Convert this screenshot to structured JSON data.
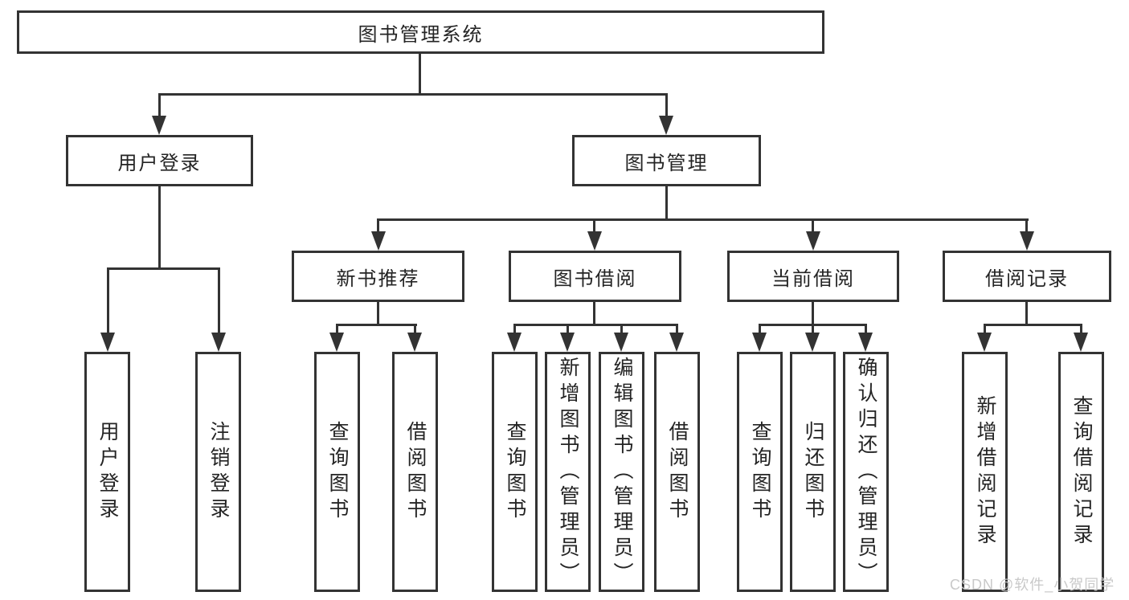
{
  "tree": {
    "root": {
      "label": "图书管理系统"
    },
    "branches": [
      {
        "label": "用户登录",
        "children": [
          {
            "label": "用户登录"
          },
          {
            "label": "注销登录"
          }
        ]
      },
      {
        "label": "图书管理",
        "children": [
          {
            "label": "新书推荐",
            "children": [
              {
                "label": "查询图书"
              },
              {
                "label": "借阅图书"
              }
            ]
          },
          {
            "label": "图书借阅",
            "children": [
              {
                "label": "查询图书"
              },
              {
                "label": "新增图书（管理员）"
              },
              {
                "label": "编辑图书（管理员）"
              },
              {
                "label": "借阅图书"
              }
            ]
          },
          {
            "label": "当前借阅",
            "children": [
              {
                "label": "查询图书"
              },
              {
                "label": "归还图书"
              },
              {
                "label": "确认归还（管理员）"
              }
            ]
          },
          {
            "label": "借阅记录",
            "children": [
              {
                "label": "新增借阅记录"
              },
              {
                "label": "查询借阅记录"
              }
            ]
          }
        ]
      }
    ]
  },
  "watermark": {
    "text": "CSDN @软件_小贺同学"
  },
  "colors": {
    "line": "#333333",
    "text": "#242424",
    "background": "#ffffff",
    "watermark": "#c9c9c9"
  }
}
